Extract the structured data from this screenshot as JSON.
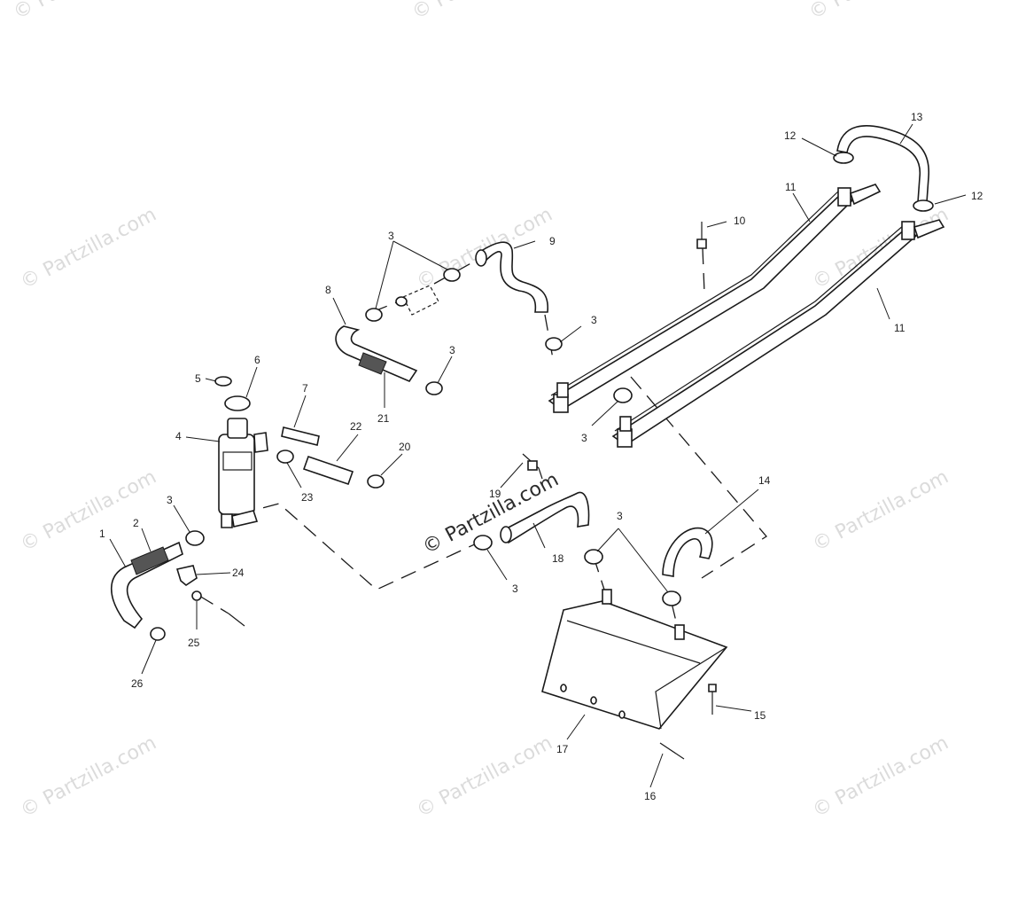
{
  "watermark": {
    "text": "© Partzilla.com",
    "center_text": "© Partzilla.com"
  },
  "callouts": {
    "c1": "1",
    "c2": "2",
    "c3a": "3",
    "c3b": "3",
    "c3c": "3",
    "c3d": "3",
    "c3e": "3",
    "c3f": "3",
    "c3g": "3",
    "c4": "4",
    "c5": "5",
    "c6": "6",
    "c7": "7",
    "c8": "8",
    "c9": "9",
    "c10": "10",
    "c11a": "11",
    "c11b": "11",
    "c12a": "12",
    "c12b": "12",
    "c13": "13",
    "c14": "14",
    "c15": "15",
    "c16": "16",
    "c17": "17",
    "c18": "18",
    "c19": "19",
    "c20": "20",
    "c21": "21",
    "c22": "22",
    "c23": "23",
    "c24": "24",
    "c25": "25",
    "c26": "26"
  }
}
